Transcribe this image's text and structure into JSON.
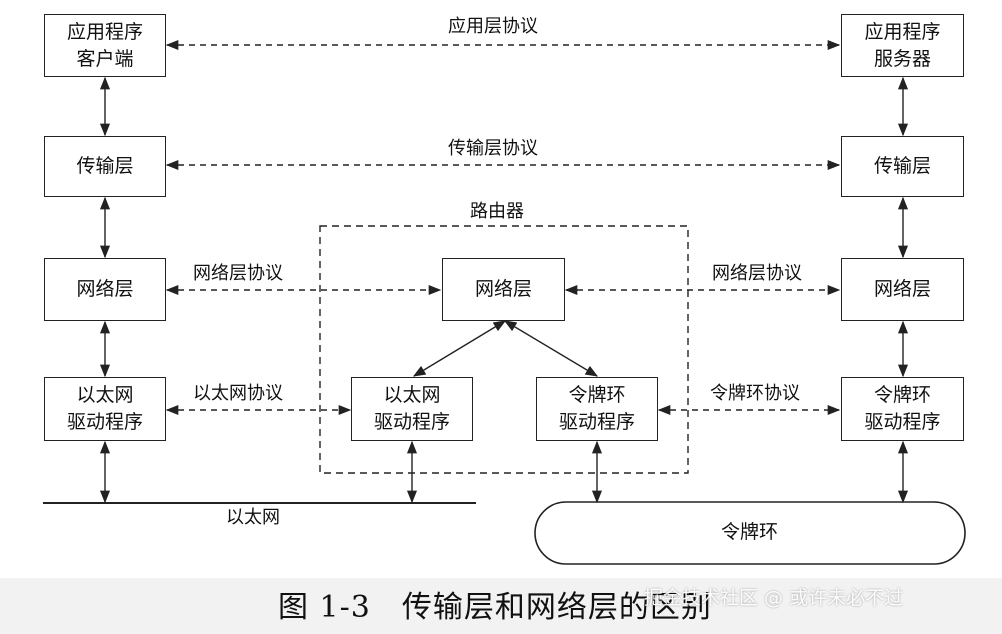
{
  "diagram": {
    "left_column": {
      "app_client": [
        "应用程序",
        "客户端"
      ],
      "transport": "传输层",
      "network": "网络层",
      "ethernet_driver": [
        "以太网",
        "驱动程序"
      ]
    },
    "right_column": {
      "app_server": [
        "应用程序",
        "服务器"
      ],
      "transport": "传输层",
      "network": "网络层",
      "token_ring_driver": [
        "令牌环",
        "驱动程序"
      ]
    },
    "router": {
      "title": "路由器",
      "network": "网络层",
      "ethernet_driver": [
        "以太网",
        "驱动程序"
      ],
      "token_ring_driver": [
        "令牌环",
        "驱动程序"
      ]
    },
    "protocols": {
      "application": "应用层协议",
      "transport": "传输层协议",
      "network_left": "网络层协议",
      "network_right": "网络层协议",
      "ethernet": "以太网协议",
      "token_ring": "令牌环协议"
    },
    "media": {
      "ethernet": "以太网",
      "token_ring": "令牌环"
    }
  },
  "caption": "图 1-3　传输层和网络层的区别",
  "watermark": "掘金技术社区 @ 或许未必不过",
  "colors": {
    "line": "#222222",
    "footer_background": "#f2f2f2"
  }
}
